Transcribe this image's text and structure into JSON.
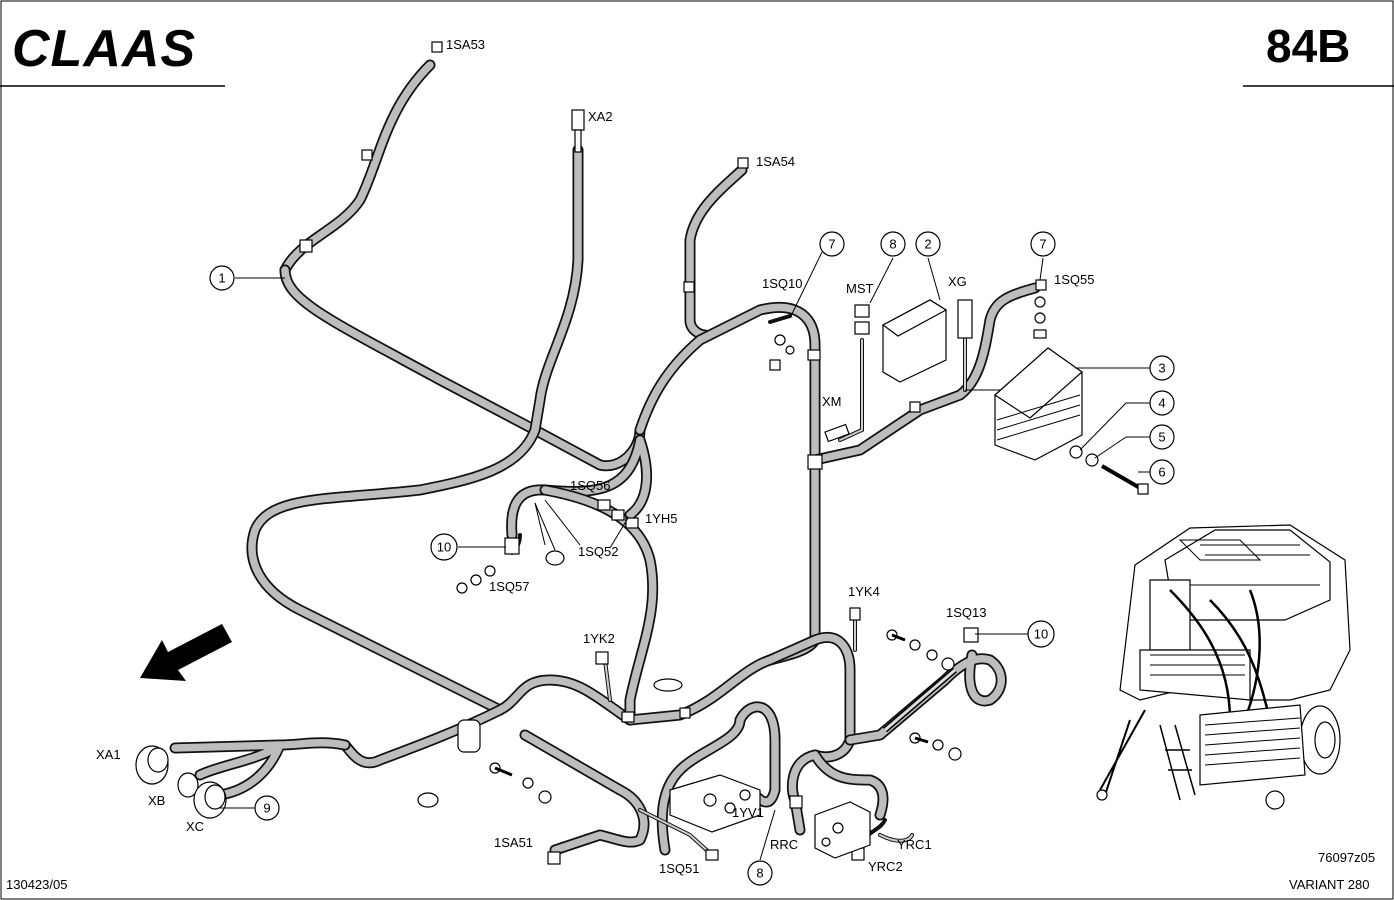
{
  "header": {
    "brand": "CLAAS",
    "page_code": "84B"
  },
  "footer": {
    "left_code": "130423/05",
    "drawing_number": "76097z05",
    "variant": "VARIANT 280"
  },
  "callouts": {
    "c1": "1",
    "c2": "2",
    "c3": "3",
    "c4": "4",
    "c5": "5",
    "c6": "6",
    "c7a": "7",
    "c7b": "7",
    "c8a": "8",
    "c8b": "8",
    "c9": "9",
    "c10a": "10",
    "c10b": "10"
  },
  "labels": {
    "sa53": "1SA53",
    "xa2": "XA2",
    "sa54": "1SA54",
    "sq10": "1SQ10",
    "mst": "MST",
    "xg": "XG",
    "sq55": "1SQ55",
    "xm": "XM",
    "sq56": "1SQ56",
    "yh5": "1YH5",
    "sq52": "1SQ52",
    "sq57": "1SQ57",
    "yk4": "1YK4",
    "sq13": "1SQ13",
    "yk2": "1YK2",
    "xa1": "XA1",
    "xb": "XB",
    "xc": "XC",
    "sa51": "1SA51",
    "sq51": "1SQ51",
    "yv1": "1YV1",
    "rrc": "RRC",
    "yrc1": "YRC1",
    "yrc2": "YRC2"
  },
  "icons": {
    "direction_arrow": "arrow-down-left-icon"
  }
}
